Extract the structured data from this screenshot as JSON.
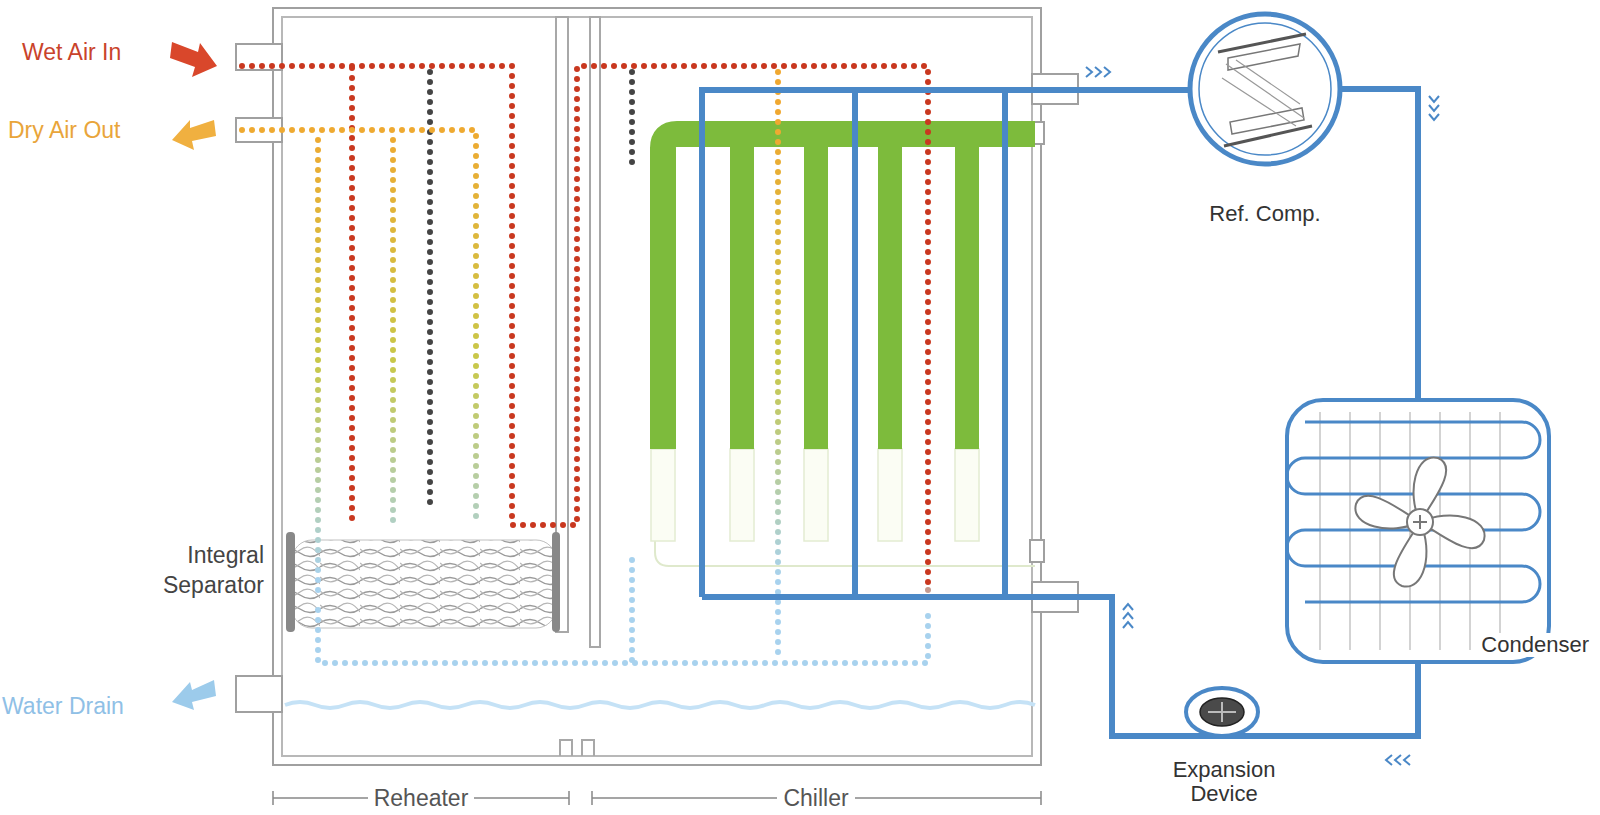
{
  "diagram": {
    "nodes": [
      {
        "text": [
          "Ref. Comp."
        ]
      },
      {
        "text": [
          "Condenser"
        ]
      },
      {
        "text": [
          "Expansion Device"
        ]
      }
    ],
    "edges": [
      {
        "from": 0,
        "to": 1,
        "arrow": "none"
      },
      {
        "from": 1,
        "to": 2,
        "arrow": "none"
      }
    ],
    "labels": [
      "Wet Air In",
      "Dry Air Out",
      "Integral Separator",
      "Water Drain",
      "Reheater",
      "Chiller"
    ]
  }
}
